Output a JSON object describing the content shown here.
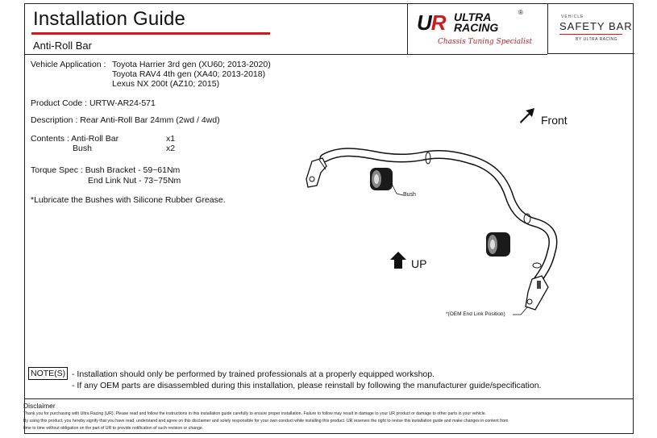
{
  "header": {
    "title": "Installation Guide",
    "subtitle": "Anti-Roll Bar",
    "brand": {
      "logo_left": "U",
      "logo_r": "R",
      "ultra": "ULTRA",
      "racing": "RACING",
      "registered": "®",
      "tagline": "Chassis Tuning Specialist"
    },
    "safety_bar": {
      "small": "VEHICLE",
      "big": "SAFETY BAR",
      "by": "BY ULTRA RACING"
    }
  },
  "info": {
    "vehicle_application_label": "Vehicle Application :",
    "vehicles": [
      "Toyota Harrier 3rd gen (XU60; 2013-2020)",
      "Toyota RAV4 4th gen (XA40; 2013-2018)",
      "Lexus NX 200t (AZ10; 2015)"
    ],
    "product_code": "Product Code : URTW-AR24-571",
    "description": "Description : Rear Anti-Roll Bar 24mm (2wd / 4wd)",
    "contents_label": "Contents : Anti-Roll Bar",
    "contents_qty1": "x1",
    "contents_item2": "Bush",
    "contents_qty2": "x2",
    "torque_label": "Torque Spec : Bush Bracket - 59~61Nm",
    "torque_line2": "End Link Nut - 73~75Nm",
    "lubricate_note": "*Lubricate the Bushes with Silicone Rubber Grease."
  },
  "diagram": {
    "front_label": "Front",
    "up_label": "UP",
    "bush_callout": "Bush",
    "end_link_callout": "*(OEM End Link Position)"
  },
  "notes": {
    "label": "NOTE(S)",
    "line1": "- Installation should only be performed by trained professionals at a properly equipped workshop.",
    "line2": "- If any OEM parts are disassembled during this installation, please reinstall by following the manufacturer guide/specification."
  },
  "disclaimer": {
    "title": "Disclaimer",
    "line1": "Thank you for purchasing with Ultra Racing (UR). Please read and follow the instructions in this installation guide carefully to ensure proper installation. Failure to follow may result in damage to your UR product or damage to other parts in your vehicle.",
    "line2": "By using this product, you hereby signify that you have read, understand and agree on this disclaimer and solely responsible for your own conduct while installing this product. UR reserves the right to revise this installation guide and make changes in content from",
    "line3": "time to time without obligation on the part of UR to provide notification of such revision or change."
  },
  "colors": {
    "accent_red": "#d0181d",
    "text": "#111111"
  }
}
